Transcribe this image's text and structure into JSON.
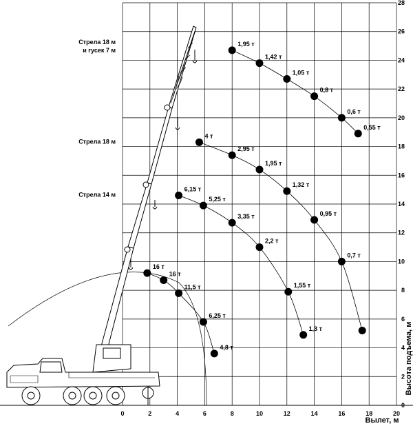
{
  "chart_data": {
    "type": "scatter",
    "xlabel": "Вылет, м",
    "ylabel": "Высота подъема, м",
    "xlim": [
      0,
      20
    ],
    "ylim": [
      0,
      28
    ],
    "x_ticks": [
      "0",
      "2",
      "4",
      "6",
      "8",
      "10",
      "12",
      "14",
      "16",
      "18",
      "20"
    ],
    "y_ticks": [
      "0",
      "2",
      "4",
      "6",
      "8",
      "10",
      "12",
      "14",
      "16",
      "18",
      "20",
      "22",
      "24",
      "26",
      "28"
    ],
    "grid": true,
    "series": [
      {
        "name": "Стрела 18 м и гусек 7 м",
        "name_lines": [
          "Стрела 18 м",
          "и гусек 7 м"
        ],
        "points": [
          {
            "x": 8,
            "y": 24.7,
            "label": "1,95 т"
          },
          {
            "x": 10,
            "y": 23.8,
            "label": "1,42 т"
          },
          {
            "x": 12,
            "y": 22.7,
            "label": "1,05 т"
          },
          {
            "x": 14,
            "y": 21.5,
            "label": "0,8 т"
          },
          {
            "x": 16,
            "y": 20.0,
            "label": "0,6 т"
          },
          {
            "x": 17.2,
            "y": 18.9,
            "label": "0,55 т"
          }
        ]
      },
      {
        "name": "Стрела 18 м",
        "name_lines": [
          "Стрела 18 м"
        ],
        "points": [
          {
            "x": 5.6,
            "y": 18.3,
            "label": "4 т"
          },
          {
            "x": 8,
            "y": 17.4,
            "label": "2,95 т"
          },
          {
            "x": 10,
            "y": 16.4,
            "label": "1,95 т"
          },
          {
            "x": 12,
            "y": 14.9,
            "label": "1,32 т"
          },
          {
            "x": 14,
            "y": 12.9,
            "label": "0,95 т"
          },
          {
            "x": 16,
            "y": 10.0,
            "label": "0,7 т"
          },
          {
            "x": 17.5,
            "y": 5.2,
            "label": ""
          }
        ]
      },
      {
        "name": "Стрела 14 м",
        "name_lines": [
          "Стрела 14 м"
        ],
        "points": [
          {
            "x": 4.1,
            "y": 14.6,
            "label": "6,15 т"
          },
          {
            "x": 5.9,
            "y": 13.9,
            "label": "5,25 т"
          },
          {
            "x": 8,
            "y": 12.7,
            "label": "3,35 т"
          },
          {
            "x": 10,
            "y": 11.0,
            "label": "2,2 т"
          },
          {
            "x": 12.1,
            "y": 7.9,
            "label": "1,55 т"
          },
          {
            "x": 13.2,
            "y": 4.9,
            "label": "1,3 т"
          }
        ]
      },
      {
        "name": "",
        "name_lines": [],
        "points": [
          {
            "x": 1.8,
            "y": 9.2,
            "label": "16 т"
          },
          {
            "x": 3.0,
            "y": 8.7,
            "label": "16 т"
          },
          {
            "x": 4.1,
            "y": 7.8,
            "label": "11,5 т"
          },
          {
            "x": 5.9,
            "y": 5.8,
            "label": "6,25 т"
          },
          {
            "x": 6.7,
            "y": 3.6,
            "label": "4,8 т"
          }
        ]
      }
    ]
  }
}
